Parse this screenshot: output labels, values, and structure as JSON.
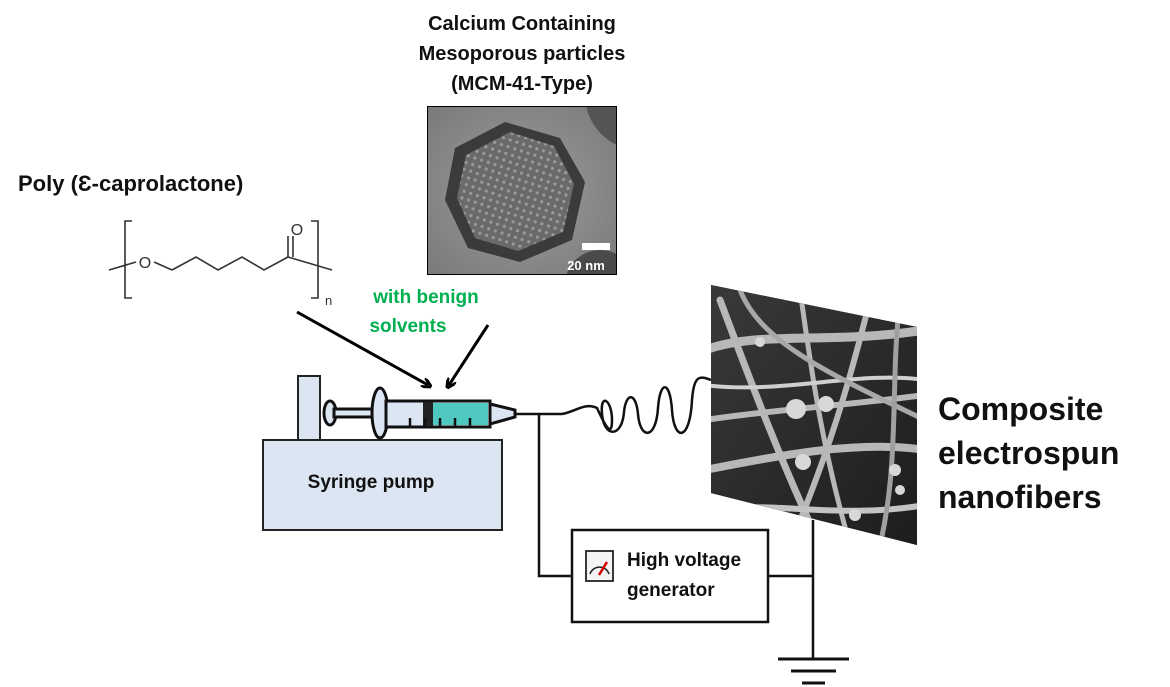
{
  "particles": {
    "title_line1": "Calcium Containing",
    "title_line2": "Mesoporous  particles",
    "title_line3": "(MCM-41-Type)",
    "scale_bar_label": "20 nm"
  },
  "polymer": {
    "title": "Poly (Ɛ-caprolactone)",
    "oxygen_atom": "O",
    "carbonyl_oxygen": "O",
    "repeat_subscript": "n"
  },
  "solvent": {
    "line1": "with benign",
    "line2": "solvents",
    "color": "#00b050"
  },
  "pump": {
    "label": "Syringe pump",
    "fill_color": "#dce6f2"
  },
  "generator": {
    "line1": "High voltage",
    "line2": "generator"
  },
  "result": {
    "line1": "Composite",
    "line2": "electrospun",
    "line3": "nanofibers"
  },
  "syringe": {
    "liquid_color": "#4fc8c0"
  },
  "icons": {
    "gauge": "gauge-icon",
    "ground": "ground-icon",
    "arrow": "arrow-icon"
  }
}
